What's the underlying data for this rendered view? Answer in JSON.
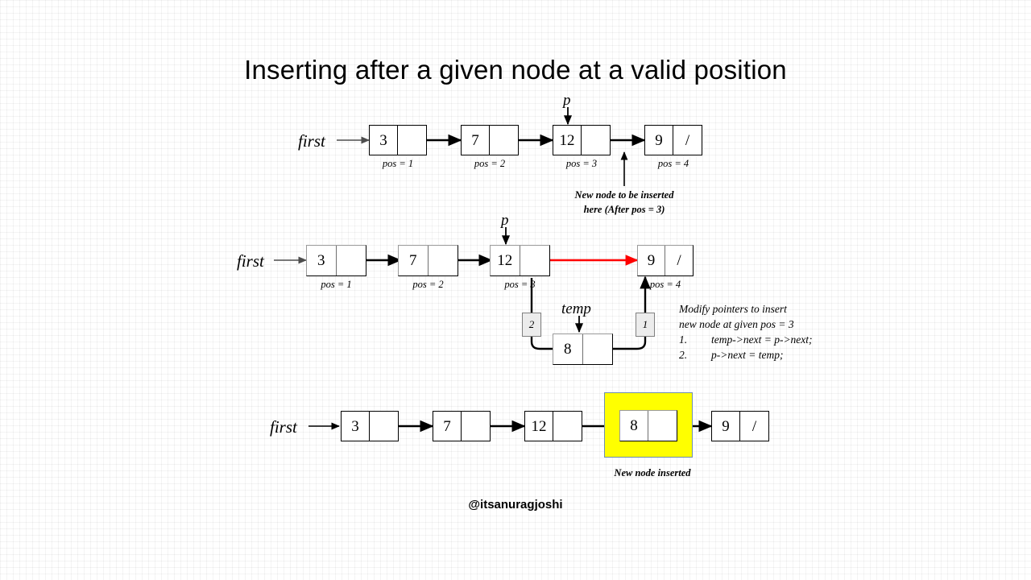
{
  "slide": {
    "title": "Inserting after a given node at a valid position",
    "handle": "@itsanuragjoshi",
    "colors": {
      "background": "#ffffff",
      "node_border": "#000000",
      "node_border_shaded": "#9a9a9a",
      "arrow_black": "#000000",
      "arrow_gray": "#595959",
      "arrow_red": "#ff0000",
      "highlight": "#ffff00",
      "badge_fill": "#ececec"
    }
  },
  "diagram_1": {
    "name": "original-list",
    "head_label": "first",
    "pointer_label": "p",
    "nodes": [
      {
        "data": "3",
        "link": "",
        "pos": "pos = 1"
      },
      {
        "data": "7",
        "link": "",
        "pos": "pos = 2"
      },
      {
        "data": "12",
        "link": "",
        "pos": "pos = 3"
      },
      {
        "data": "9",
        "link": "/",
        "pos": "pos = 4"
      }
    ],
    "caption_line1": "New node to be inserted",
    "caption_line2": "here (After pos = 3)"
  },
  "diagram_2": {
    "name": "pointer-modification",
    "head_label": "first",
    "pointer_label": "p",
    "temp_label": "temp",
    "nodes": [
      {
        "data": "3",
        "link": "",
        "pos": "pos = 1"
      },
      {
        "data": "7",
        "link": "",
        "pos": "pos = 2"
      },
      {
        "data": "12",
        "link": "",
        "pos": "pos = 3"
      },
      {
        "data": "9",
        "link": "/",
        "pos": "pos = 4"
      }
    ],
    "temp_node": {
      "data": "8",
      "link": ""
    },
    "step_badges": [
      {
        "label": "2",
        "meaning": "p->next = temp"
      },
      {
        "label": "1",
        "meaning": "temp->next = p->next"
      }
    ],
    "notes": {
      "line1": "Modify pointers to insert",
      "line2": "new node at given pos = 3",
      "step1_num": "1.",
      "step1_text": "temp->next = p->next;",
      "step2_num": "2.",
      "step2_text": "p->next = temp;"
    }
  },
  "diagram_3": {
    "name": "resulting-list",
    "head_label": "first",
    "nodes": [
      {
        "data": "3",
        "link": "",
        "highlight": false
      },
      {
        "data": "7",
        "link": "",
        "highlight": false
      },
      {
        "data": "12",
        "link": "",
        "highlight": false
      },
      {
        "data": "8",
        "link": "",
        "highlight": true
      },
      {
        "data": "9",
        "link": "/",
        "highlight": false
      }
    ],
    "caption": "New node inserted"
  }
}
